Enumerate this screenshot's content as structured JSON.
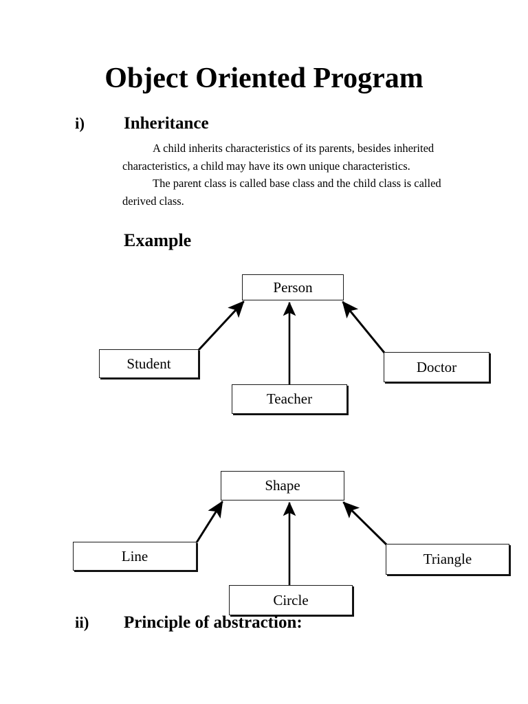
{
  "document": {
    "title": "Object Oriented Program"
  },
  "sections": [
    {
      "marker": "i)",
      "heading": "Inheritance",
      "paragraphs": [
        "A child inherits characteristics of its parents, besides inherited characteristics, a child may have its own unique characteristics.",
        "The parent class is called base class and the child class is called derived class."
      ],
      "example_label": "Example"
    },
    {
      "marker": "ii)",
      "heading": "Principle of abstraction:"
    }
  ],
  "diagrams": [
    {
      "name": "person-inheritance-diagram",
      "parent": "Person",
      "children": [
        "Student",
        "Teacher",
        "Doctor"
      ]
    },
    {
      "name": "shape-inheritance-diagram",
      "parent": "Shape",
      "children": [
        "Line",
        "Circle",
        "Triangle"
      ]
    }
  ],
  "colors": {
    "page_background": "#ffffff",
    "text": "#000000",
    "box_border": "#1a1a1a",
    "arrow": "#000000"
  }
}
